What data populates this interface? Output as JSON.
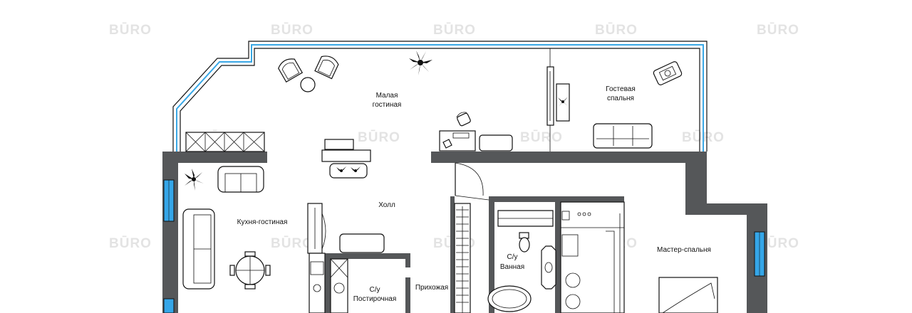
{
  "watermark": {
    "text": "BŪRO"
  },
  "rooms": {
    "small_living": {
      "line1": "Малая",
      "line2": "гостиная"
    },
    "guest_bedroom": {
      "line1": "Гостевая",
      "line2": "спальня"
    },
    "kitchen_living": "Кухня-гостиная",
    "hall": "Холл",
    "wc_laundry": {
      "line1": "С/у",
      "line2": "Постирочная"
    },
    "entrance": "Прихожая",
    "bathroom": {
      "line1": "С/у",
      "line2": "Ванная"
    },
    "master_bedroom": "Мастер-спальня"
  },
  "colors": {
    "wall": "#555759",
    "window": "#35a6e8",
    "watermark": "#e3e3e3",
    "ink": "#111111"
  }
}
